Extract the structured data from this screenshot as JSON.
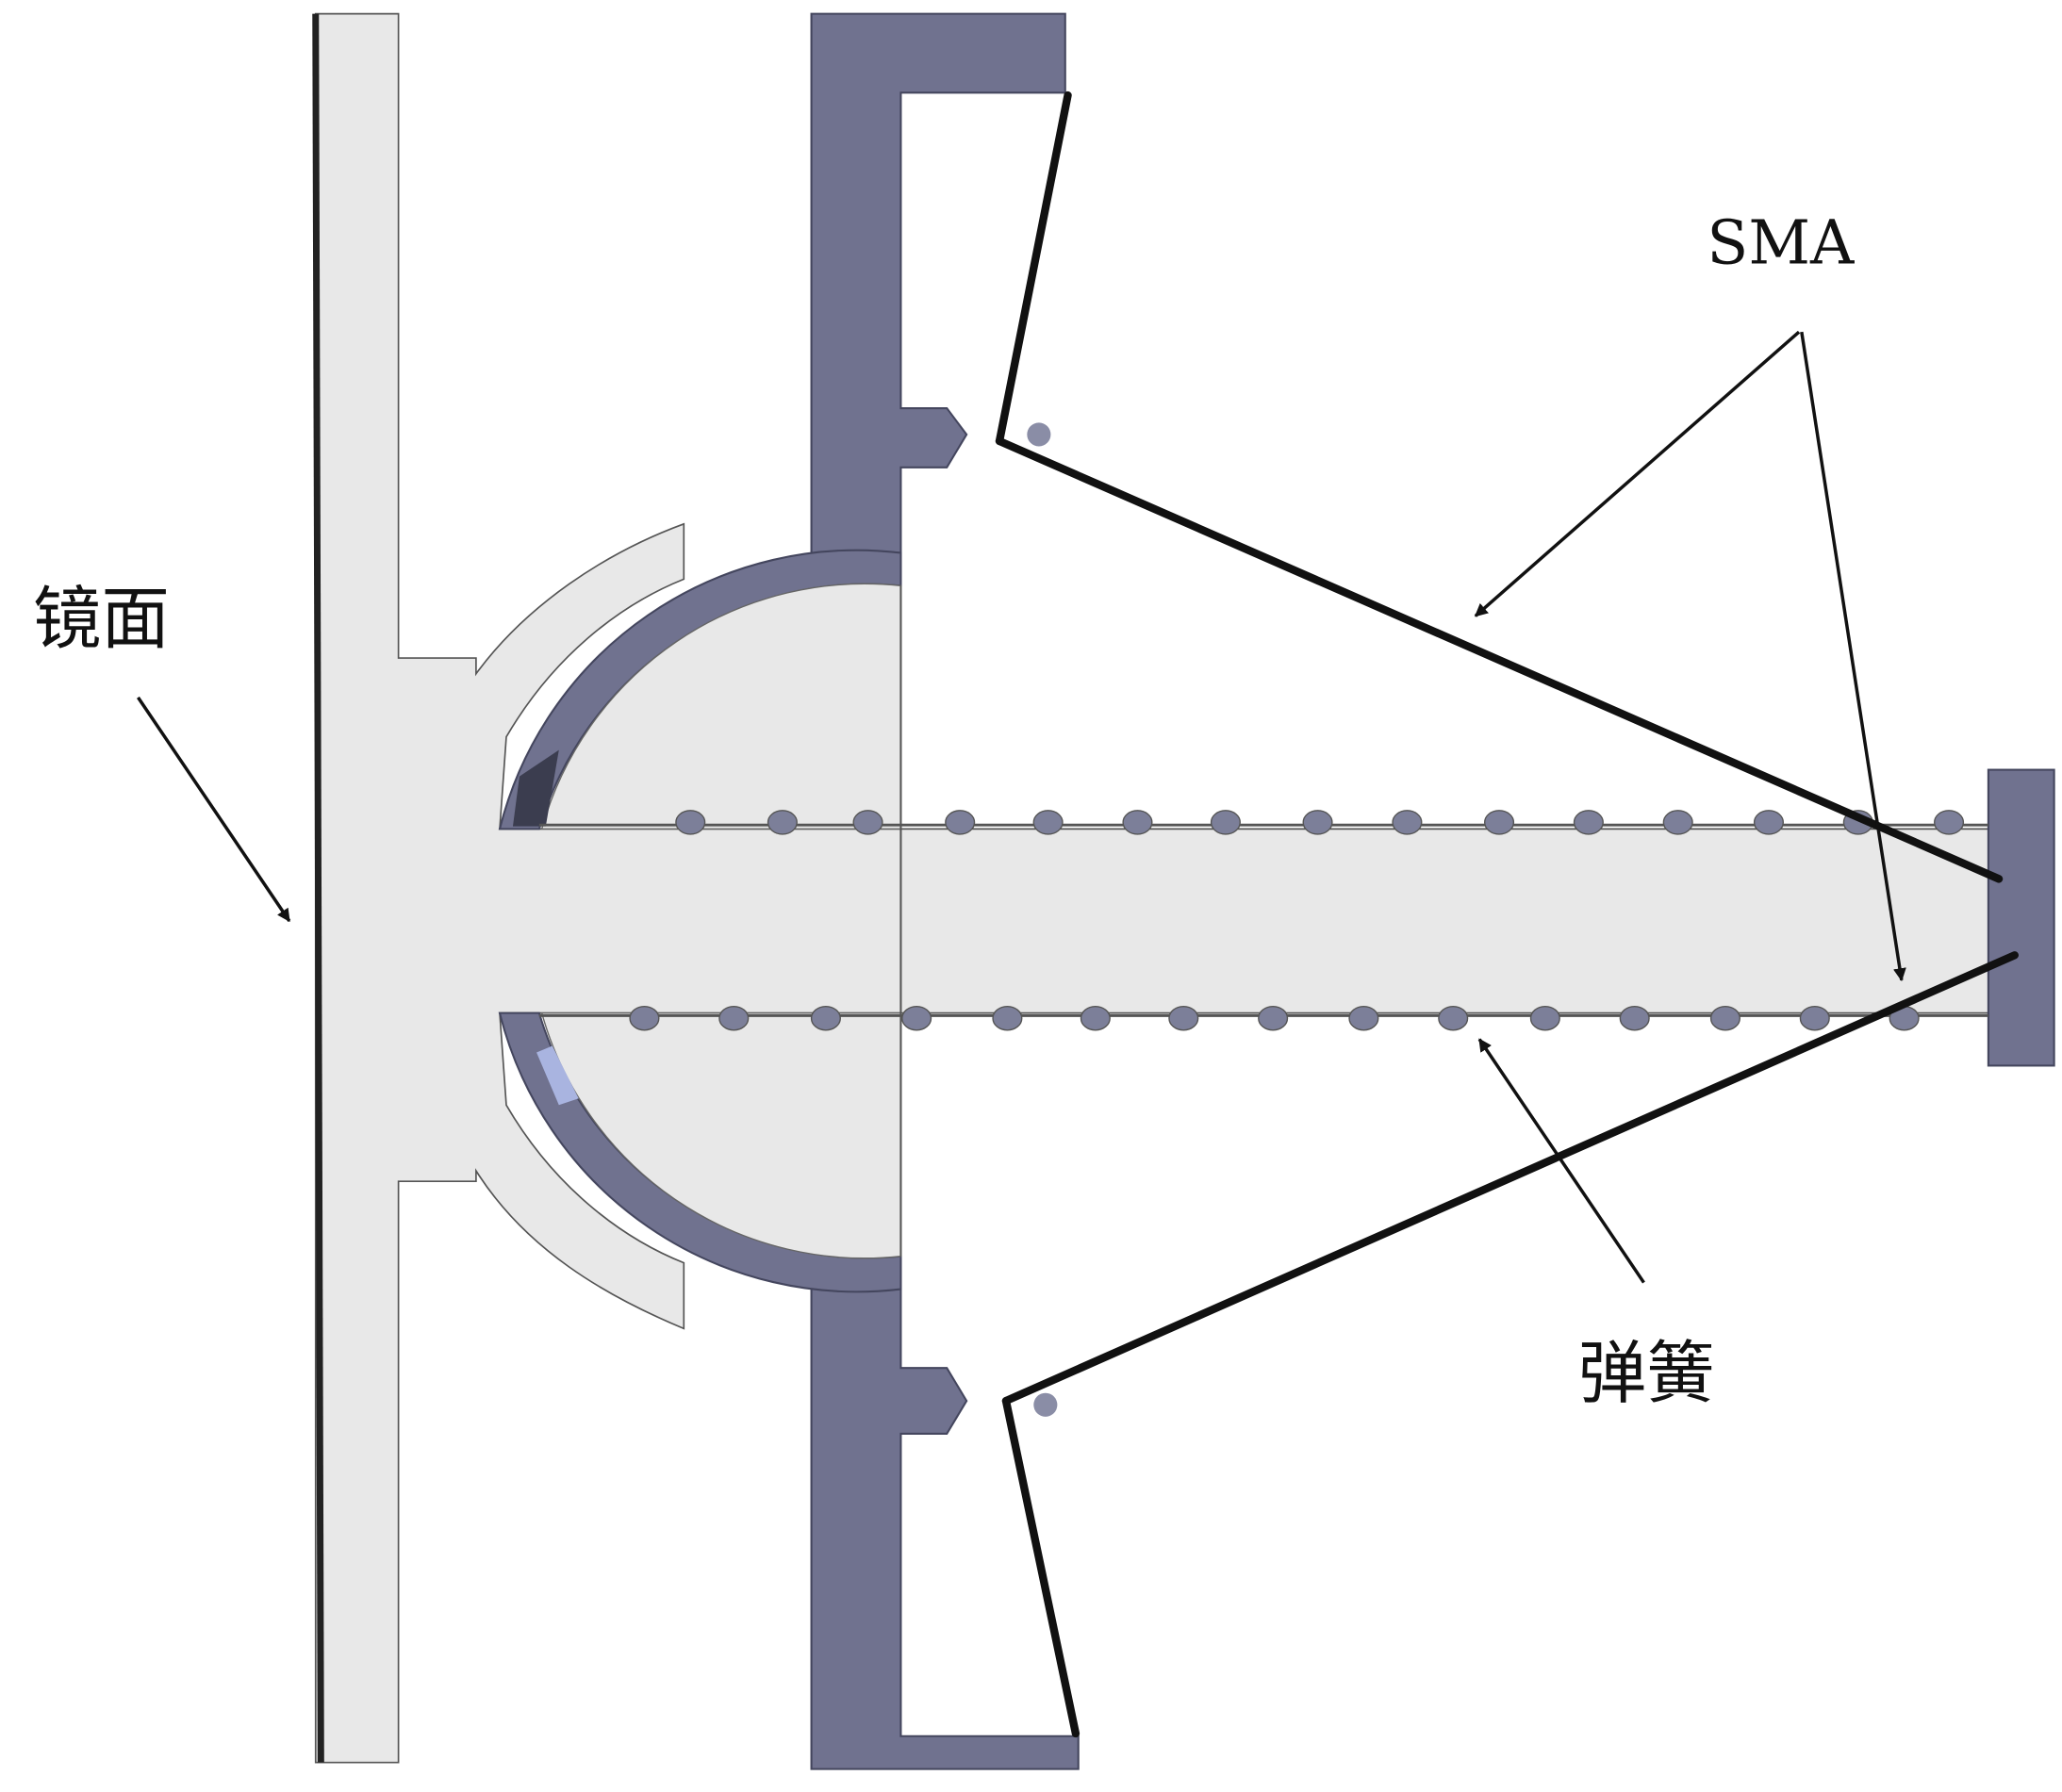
{
  "labels": {
    "mirror": "镜面",
    "sma": "SMA",
    "spring": "弹簧"
  },
  "colors": {
    "housing": "#70728f",
    "light_part": "#e8e8e8",
    "wire": "#111111",
    "spring_bead": "#7c7f99"
  }
}
